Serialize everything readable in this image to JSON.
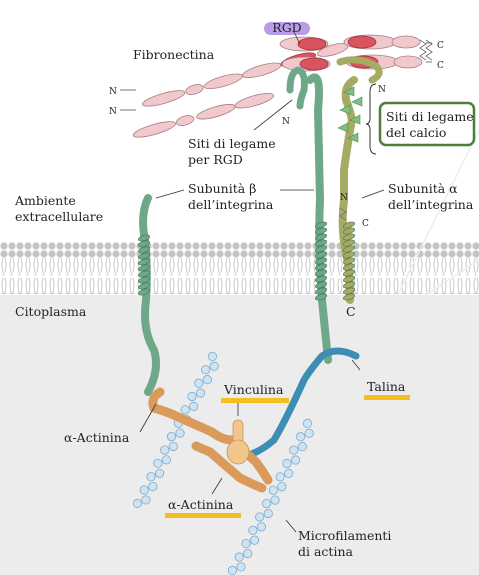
{
  "labels": {
    "rgd": "RGD",
    "fibronectina": "Fibronectina",
    "c_end": "C",
    "n_end": "N",
    "siti_rgd_1": "Siti di legame",
    "siti_rgd_2": "per RGD",
    "siti_calcio_1": "Siti di legame",
    "siti_calcio_2": "del calcio",
    "beta_1": "Subunità β",
    "beta_2": "dell’integrina",
    "alpha_1": "Subunità α",
    "alpha_2": "dell’integrina",
    "ambiente_1": "Ambiente",
    "ambiente_2": "extracellulare",
    "citoplasma": "Citoplasma",
    "talina": "Talina",
    "vinculina": "Vinculina",
    "actinina_left": "α-Actinina",
    "actinina_bottom": "α-Actinina",
    "micro_1": "Microfilamenti",
    "micro_2": "di actina"
  },
  "colors": {
    "rgd_highlight": "#b89ee8",
    "label_underline": "#f4c020",
    "calcio_box": "#4e7e3a",
    "fibronectin_pink": "#f1c9cd",
    "fibronectin_red": "#d9545f",
    "beta_integrin": "#6fa889",
    "alpha_integrin": "#a6ab63",
    "talin": "#3e8db3",
    "actinin": "#d99a5c",
    "vinculin": "#f2c58d",
    "actin": "#cfe4f3",
    "membrane": "#bdbdbd",
    "cytoplasm": "#ececec"
  }
}
